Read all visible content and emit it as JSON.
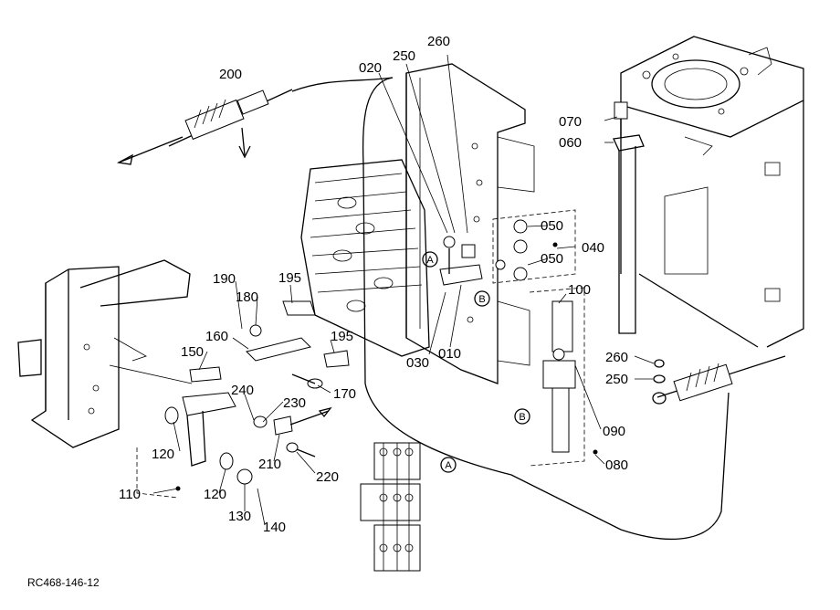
{
  "parts": [
    {
      "id": "p200",
      "text": "200"
    },
    {
      "id": "p020",
      "text": "020"
    },
    {
      "id": "p250a",
      "text": "250"
    },
    {
      "id": "p260a",
      "text": "260"
    },
    {
      "id": "p070",
      "text": "070"
    },
    {
      "id": "p060",
      "text": "060"
    },
    {
      "id": "p050a",
      "text": "050"
    },
    {
      "id": "p040",
      "text": "040"
    },
    {
      "id": "p050b",
      "text": "050"
    },
    {
      "id": "p190",
      "text": "190"
    },
    {
      "id": "p195a",
      "text": "195"
    },
    {
      "id": "p180",
      "text": "180"
    },
    {
      "id": "p160",
      "text": "160"
    },
    {
      "id": "p195b",
      "text": "195"
    },
    {
      "id": "p150",
      "text": "150"
    },
    {
      "id": "p100",
      "text": "100"
    },
    {
      "id": "p030",
      "text": "030"
    },
    {
      "id": "p010",
      "text": "010"
    },
    {
      "id": "p260b",
      "text": "260"
    },
    {
      "id": "p250b",
      "text": "250"
    },
    {
      "id": "p170",
      "text": "170"
    },
    {
      "id": "p240",
      "text": "240"
    },
    {
      "id": "p230",
      "text": "230"
    },
    {
      "id": "p090",
      "text": "090"
    },
    {
      "id": "p120a",
      "text": "120"
    },
    {
      "id": "p210",
      "text": "210"
    },
    {
      "id": "p220",
      "text": "220"
    },
    {
      "id": "p080",
      "text": "080"
    },
    {
      "id": "p110",
      "text": "110"
    },
    {
      "id": "p120b",
      "text": "120"
    },
    {
      "id": "p130",
      "text": "130"
    },
    {
      "id": "p140",
      "text": "140"
    }
  ],
  "callouts": {
    "a_main": "A",
    "b_upper": "B",
    "b_lower": "B",
    "a_detail": "A"
  },
  "reference_code": "RC468-146-12"
}
